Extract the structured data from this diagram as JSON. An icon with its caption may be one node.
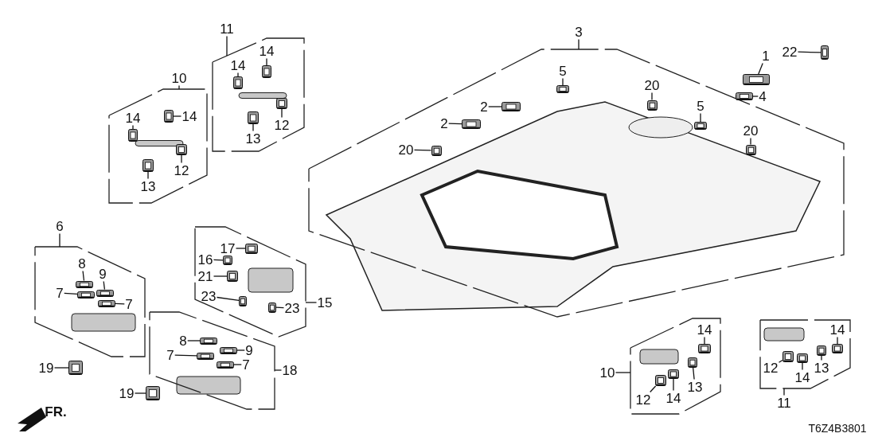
{
  "diagram": {
    "nodes": [
      {
        "text": [
          "3"
        ]
      },
      {
        "text": [],
        "shape": "box"
      },
      {
        "text": [
          "5"
        ],
        "in": 1
      },
      {
        "text": [],
        "shape": "picture",
        "in": 1
      },
      {
        "text": [
          "2"
        ],
        "in": 1
      },
      {
        "text": [],
        "shape": "picture",
        "in": 1
      },
      {
        "text": [
          "2"
        ],
        "in": 1
      },
      {
        "text": [],
        "shape": "picture",
        "in": 1
      },
      {
        "text": [
          "20"
        ],
        "in": 1
      },
      {
        "text": [],
        "shape": "picture",
        "in": 1
      },
      {
        "text": [
          "5"
        ],
        "in": 1
      },
      {
        "text": [],
        "shape": "picture",
        "in": 1
      },
      {
        "text": [
          "20"
        ],
        "in": 1
      },
      {
        "text": [],
        "shape": "picture",
        "in": 1
      },
      {
        "text": [
          "20"
        ],
        "in": 1
      },
      {
        "text": [],
        "shape": "picture",
        "in": 1
      },
      {
        "text": [
          "22"
        ]
      },
      {
        "text": [],
        "shape": "picture"
      },
      {
        "text": [
          "1"
        ]
      },
      {
        "text": [],
        "shape": "picture"
      },
      {
        "text": [
          "4"
        ]
      },
      {
        "text": [],
        "shape": "picture"
      },
      {
        "text": [
          "11"
        ]
      },
      {
        "text": [],
        "shape": "box"
      },
      {
        "text": [
          "14"
        ],
        "in": 23
      },
      {
        "text": [],
        "shape": "picture",
        "in": 23
      },
      {
        "text": [
          "14"
        ],
        "in": 23
      },
      {
        "text": [],
        "shape": "picture",
        "in": 23
      },
      {
        "text": [
          "12"
        ],
        "in": 23
      },
      {
        "text": [],
        "shape": "picture",
        "in": 23
      },
      {
        "text": [
          "13"
        ],
        "in": 23
      },
      {
        "text": [],
        "shape": "picture",
        "in": 23
      },
      {
        "text": [
          "10"
        ]
      },
      {
        "text": [],
        "shape": "box"
      },
      {
        "text": [
          "14"
        ],
        "in": 33
      },
      {
        "text": [],
        "shape": "picture",
        "in": 33
      },
      {
        "text": [
          "14"
        ],
        "in": 33
      },
      {
        "text": [],
        "shape": "picture",
        "in": 33
      },
      {
        "text": [
          "12"
        ],
        "in": 33
      },
      {
        "text": [],
        "shape": "picture",
        "in": 33
      },
      {
        "text": [
          "13"
        ],
        "in": 33
      },
      {
        "text": [],
        "shape": "picture",
        "in": 33
      },
      {
        "text": [
          "6"
        ]
      },
      {
        "text": [],
        "shape": "box"
      },
      {
        "text": [
          "8"
        ],
        "in": 43
      },
      {
        "text": [],
        "shape": "picture",
        "in": 43
      },
      {
        "text": [
          "9"
        ],
        "in": 43
      },
      {
        "text": [],
        "shape": "picture",
        "in": 43
      },
      {
        "text": [
          "7"
        ],
        "in": 43
      },
      {
        "text": [],
        "shape": "picture",
        "in": 43
      },
      {
        "text": [
          "7"
        ],
        "in": 43
      },
      {
        "text": [],
        "shape": "picture",
        "in": 43
      },
      {
        "text": [
          "15"
        ]
      },
      {
        "text": [],
        "shape": "box"
      },
      {
        "text": [
          "17"
        ],
        "in": 53
      },
      {
        "text": [],
        "shape": "picture",
        "in": 53
      },
      {
        "text": [
          "16"
        ],
        "in": 53
      },
      {
        "text": [],
        "shape": "picture",
        "in": 53
      },
      {
        "text": [
          "21"
        ],
        "in": 53
      },
      {
        "text": [],
        "shape": "picture",
        "in": 53
      },
      {
        "text": [
          "23"
        ],
        "in": 53
      },
      {
        "text": [],
        "shape": "picture",
        "in": 53
      },
      {
        "text": [
          "23"
        ],
        "in": 53
      },
      {
        "text": [],
        "shape": "picture",
        "in": 53
      },
      {
        "text": [
          "19"
        ]
      },
      {
        "text": [],
        "shape": "picture"
      },
      {
        "text": [
          "19"
        ]
      },
      {
        "text": [],
        "shape": "picture"
      },
      {
        "text": [
          "18"
        ]
      },
      {
        "text": [],
        "shape": "box"
      },
      {
        "text": [
          "8"
        ],
        "in": 69
      },
      {
        "text": [],
        "shape": "picture",
        "in": 69
      },
      {
        "text": [
          "7"
        ],
        "in": 69
      },
      {
        "text": [],
        "shape": "picture",
        "in": 69
      },
      {
        "text": [
          "9"
        ],
        "in": 69
      },
      {
        "text": [],
        "shape": "picture",
        "in": 69
      },
      {
        "text": [
          "7"
        ],
        "in": 69
      },
      {
        "text": [],
        "shape": "picture",
        "in": 69
      },
      {
        "text": [
          "10"
        ]
      },
      {
        "text": [],
        "shape": "box"
      },
      {
        "text": [
          "14"
        ],
        "in": 79
      },
      {
        "text": [],
        "shape": "picture",
        "in": 79
      },
      {
        "text": [
          "12"
        ],
        "in": 79
      },
      {
        "text": [],
        "shape": "picture",
        "in": 79
      },
      {
        "text": [
          "14"
        ],
        "in": 79
      },
      {
        "text": [],
        "shape": "picture",
        "in": 79
      },
      {
        "text": [
          "13"
        ],
        "in": 79
      },
      {
        "text": [],
        "shape": "picture",
        "in": 79
      },
      {
        "text": [
          "11"
        ]
      },
      {
        "text": [],
        "shape": "box"
      },
      {
        "text": [
          "14"
        ],
        "in": 89
      },
      {
        "text": [],
        "shape": "picture",
        "in": 89
      },
      {
        "text": [
          "12"
        ],
        "in": 89
      },
      {
        "text": [],
        "shape": "picture",
        "in": 89
      },
      {
        "text": [
          "14"
        ],
        "in": 89
      },
      {
        "text": [],
        "shape": "picture",
        "in": 89
      },
      {
        "text": [
          "13"
        ],
        "in": 89
      },
      {
        "text": [],
        "shape": "picture",
        "in": 89
      }
    ],
    "edges": [
      {
        "from": 0,
        "to": 1,
        "arrow": "none"
      },
      {
        "from": 2,
        "to": 3,
        "arrow": "none"
      },
      {
        "from": 4,
        "to": 5,
        "arrow": "none"
      },
      {
        "from": 6,
        "to": 7,
        "arrow": "none"
      },
      {
        "from": 8,
        "to": 9,
        "arrow": "none"
      },
      {
        "from": 10,
        "to": 11,
        "arrow": "none"
      },
      {
        "from": 12,
        "to": 13,
        "arrow": "none"
      },
      {
        "from": 14,
        "to": 15,
        "arrow": "none"
      },
      {
        "from": 16,
        "to": 17,
        "arrow": "none"
      },
      {
        "from": 18,
        "to": 19,
        "arrow": "none"
      },
      {
        "from": 20,
        "to": 21,
        "arrow": "none"
      },
      {
        "from": 22,
        "to": 23,
        "arrow": "none"
      },
      {
        "from": 24,
        "to": 25,
        "arrow": "none"
      },
      {
        "from": 26,
        "to": 27,
        "arrow": "none"
      },
      {
        "from": 28,
        "to": 29,
        "arrow": "none"
      },
      {
        "from": 30,
        "to": 31,
        "arrow": "none"
      },
      {
        "from": 32,
        "to": 33,
        "arrow": "none"
      },
      {
        "from": 34,
        "to": 35,
        "arrow": "none"
      },
      {
        "from": 36,
        "to": 37,
        "arrow": "none"
      },
      {
        "from": 38,
        "to": 39,
        "arrow": "none"
      },
      {
        "from": 40,
        "to": 41,
        "arrow": "none"
      },
      {
        "from": 42,
        "to": 43,
        "arrow": "none"
      },
      {
        "from": 44,
        "to": 45,
        "arrow": "none"
      },
      {
        "from": 46,
        "to": 47,
        "arrow": "none"
      },
      {
        "from": 48,
        "to": 49,
        "arrow": "none"
      },
      {
        "from": 50,
        "to": 51,
        "arrow": "none"
      },
      {
        "from": 52,
        "to": 53,
        "arrow": "none"
      },
      {
        "from": 54,
        "to": 55,
        "arrow": "none"
      },
      {
        "from": 56,
        "to": 57,
        "arrow": "none"
      },
      {
        "from": 58,
        "to": 59,
        "arrow": "none"
      },
      {
        "from": 60,
        "to": 61,
        "arrow": "none"
      },
      {
        "from": 62,
        "to": 63,
        "arrow": "none"
      },
      {
        "from": 64,
        "to": 65,
        "arrow": "none"
      },
      {
        "from": 66,
        "to": 67,
        "arrow": "none"
      },
      {
        "from": 68,
        "to": 69,
        "arrow": "none"
      },
      {
        "from": 70,
        "to": 71,
        "arrow": "none"
      },
      {
        "from": 72,
        "to": 73,
        "arrow": "none"
      },
      {
        "from": 74,
        "to": 75,
        "arrow": "none"
      },
      {
        "from": 76,
        "to": 77,
        "arrow": "none"
      },
      {
        "from": 78,
        "to": 79,
        "arrow": "none"
      },
      {
        "from": 80,
        "to": 81,
        "arrow": "none"
      },
      {
        "from": 82,
        "to": 83,
        "arrow": "none"
      },
      {
        "from": 84,
        "to": 85,
        "arrow": "none"
      },
      {
        "from": 86,
        "to": 87,
        "arrow": "none"
      },
      {
        "from": 88,
        "to": 89,
        "arrow": "none"
      },
      {
        "from": 90,
        "to": 91,
        "arrow": "none"
      },
      {
        "from": 92,
        "to": 93,
        "arrow": "none"
      },
      {
        "from": 94,
        "to": 95,
        "arrow": "none"
      },
      {
        "from": 96,
        "to": 97,
        "arrow": "none"
      }
    ],
    "labels": [
      "FR.",
      "T6Z4B3801"
    ]
  }
}
